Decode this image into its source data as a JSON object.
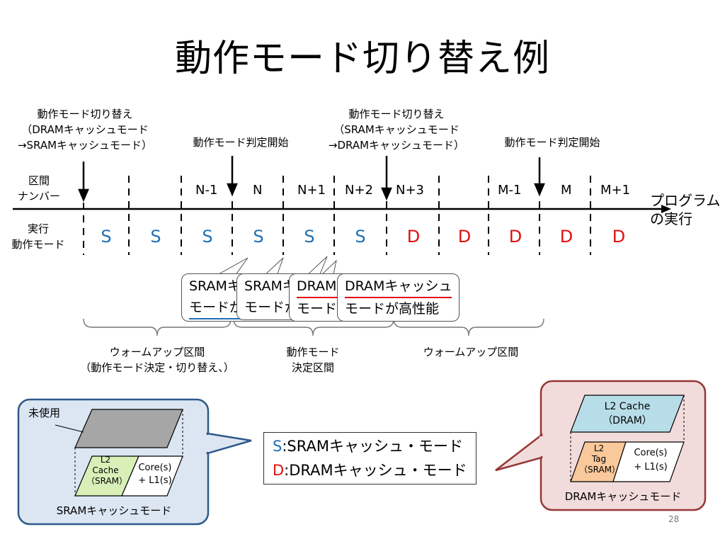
{
  "title": "動作モード切り替え例",
  "annotations": {
    "switch1": [
      "動作モード切り替え",
      "（DRAMキャッシュモード",
      "→SRAMキャッシュモード）"
    ],
    "judge1": "動作モード判定開始",
    "switch2": [
      "動作モード切り替え",
      "（SRAMキャッシュモード",
      "→DRAMキャッシュモード）"
    ],
    "judge2": "動作モード判定開始"
  },
  "row_labels": {
    "interval": [
      "区間",
      "ナンバー"
    ],
    "exec": [
      "実行",
      "動作モード"
    ]
  },
  "interval_numbers": [
    "N-1",
    "N",
    "N+1",
    "N+2",
    "N+3",
    "M-1",
    "M",
    "M+1"
  ],
  "modes": [
    "S",
    "S",
    "S",
    "S",
    "S",
    "S",
    "D",
    "D",
    "D",
    "D",
    "D"
  ],
  "program_exec": [
    "プログラム",
    "の実行"
  ],
  "bubbles": {
    "b1": [
      "SRAMキャッシュ",
      "モードが高性能"
    ],
    "b2": [
      "SRAMキャッシュ",
      "モードが高性能"
    ],
    "b3": [
      "DRAMキャッシュ",
      "モードが高性能"
    ],
    "b4": [
      "DRAMキャッシュ",
      "モードが高性能"
    ]
  },
  "braces": {
    "warmup1": [
      "ウォームアップ区間",
      "（動作モード決定・切り替え、）"
    ],
    "decision": [
      "動作モード",
      "決定区間"
    ],
    "warmup2": "ウォームアップ区間"
  },
  "legend": {
    "s_key": "S",
    "s_text": ":SRAMキャッシュ・モード",
    "d_key": "D",
    "d_text": ":DRAMキャッシュ・モード"
  },
  "sram_panel": {
    "unused": "未使用",
    "l2": [
      "L2",
      "Cache",
      "（SRAM）"
    ],
    "core": [
      "Core(s)",
      "+ L1(s)"
    ],
    "caption": "SRAMキャッシュモード"
  },
  "dram_panel": {
    "l2cache": [
      "L2 Cache",
      "（DRAM）"
    ],
    "l2tag": [
      "L2",
      "Tag",
      "（SRAM）"
    ],
    "core": [
      "Core(s)",
      "+ L1(s)"
    ],
    "caption": "DRAMキャッシュモード"
  },
  "page_number": "28",
  "colors": {
    "s": "#1f6fb5",
    "d": "#e01010",
    "sram_green": "#d8f0b8",
    "dram_blue": "#b7dde8",
    "tag_orange": "#f9c89b",
    "panel_blue": "#dce6f2",
    "panel_red": "#f2dcdb"
  }
}
